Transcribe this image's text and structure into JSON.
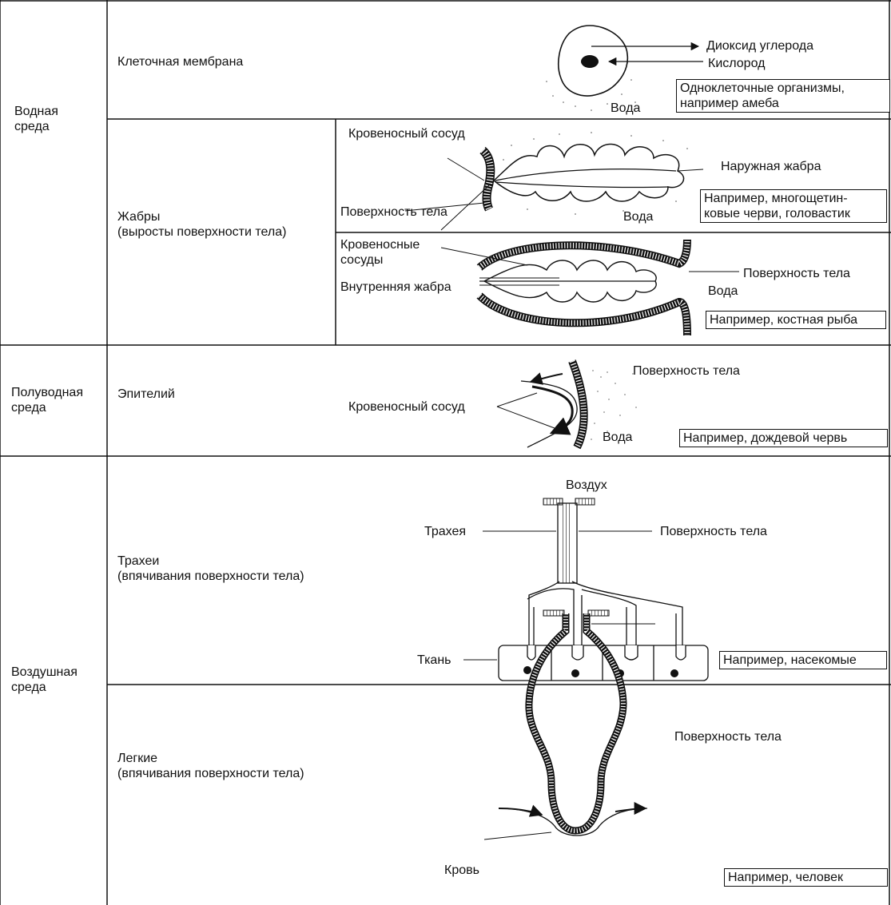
{
  "rows": {
    "water": {
      "env": "Водная\nсреда",
      "membrane": {
        "organ": "Клеточная мембрана",
        "labels": {
          "co2": "Диоксид углерода",
          "o2": "Кислород",
          "water": "Вода"
        },
        "example": "Одноклеточные организмы,\nнапример амеба"
      },
      "gills": {
        "organ": "Жабры\n(выросты поверхности тела)",
        "external": {
          "labels": {
            "vessel": "Кровеносный сосуд",
            "gill": "Наружная жабра",
            "surface": "Поверхность тела",
            "water": "Вода"
          },
          "example": "Например, многощетин-\nковые черви, головастик"
        },
        "internal": {
          "labels": {
            "vessels": "Кровеносные\nсосуды",
            "gill": "Внутренняя жабра",
            "surface": "Поверхность тела",
            "water": "Вода"
          },
          "example": "Например, костная рыба"
        }
      }
    },
    "semi": {
      "env": "Полуводная\nсреда",
      "organ": "Эпителий",
      "labels": {
        "surface": "Поверхность тела",
        "vessel": "Кровеносный сосуд",
        "water": "Вода"
      },
      "example": "Например, дождевой червь"
    },
    "air": {
      "env": "Воздушная\nсреда",
      "tracheae": {
        "organ": "Трахеи\n(впячивания поверхности  тела)",
        "labels": {
          "air": "Воздух",
          "trachea": "Трахея",
          "surface": "Поверхность тела",
          "tissue": "Ткань"
        },
        "example": "Например, насекомые"
      },
      "lungs": {
        "organ": "Легкие\n(впячивания поверхности  тела)",
        "labels": {
          "surface": "Поверхность тела",
          "blood": "Кровь"
        },
        "example": "Например, человек"
      }
    }
  }
}
